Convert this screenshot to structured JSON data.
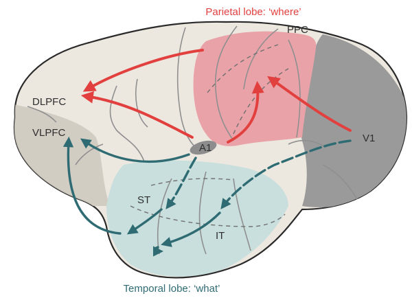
{
  "titles": {
    "parietal": "Parietal lobe: ‘where’",
    "temporal": "Temporal lobe: ‘what’"
  },
  "labels": {
    "ppc": "PPC",
    "dlpfc": "DLPFC",
    "vlpfc": "VLPFC",
    "a1": "A1",
    "v1": "V1",
    "st": "ST",
    "it": "IT"
  },
  "colors": {
    "dorsal_stream": "#e2403e",
    "ventral_stream": "#2f6b73",
    "parietal_region": "#e9a3a8",
    "temporal_region": "#c6dedc",
    "occipital_region": "#9a9a9a",
    "frontal_region": "#cfcac0",
    "brain_background": "#ece8e0"
  }
}
